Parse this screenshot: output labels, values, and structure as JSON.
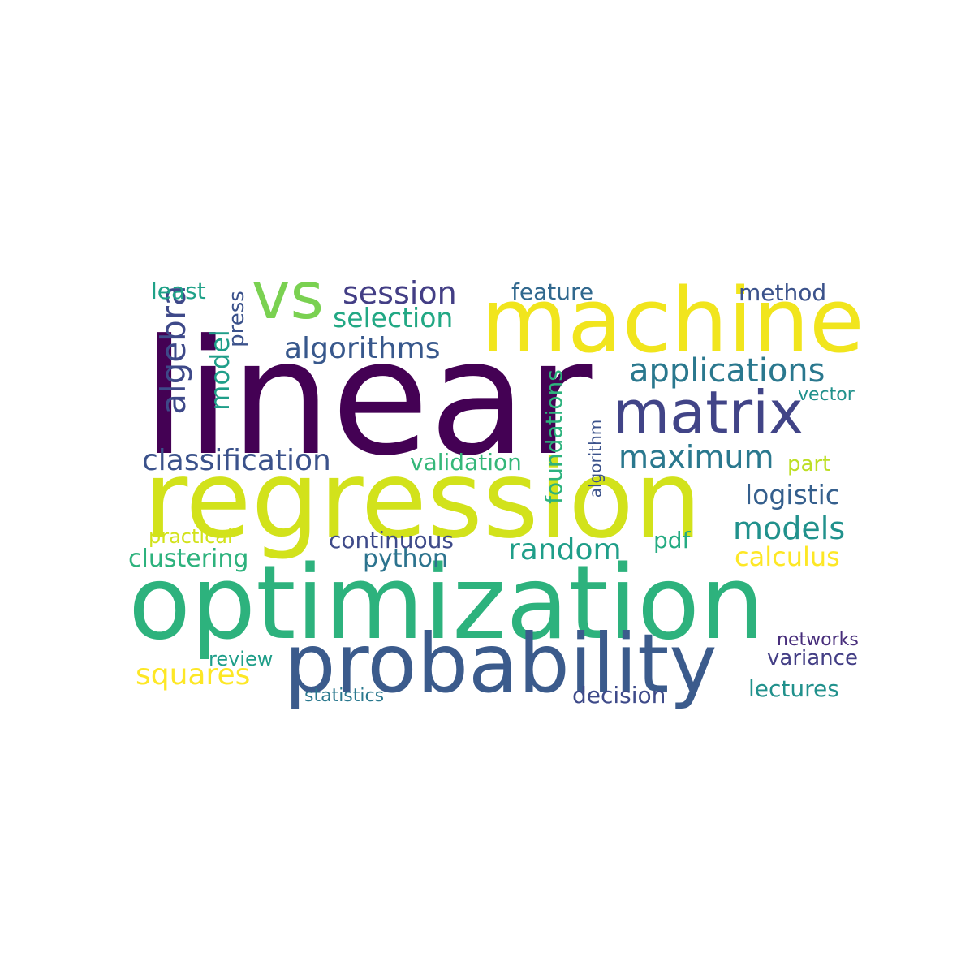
{
  "words": [
    {
      "id": "linear",
      "text": "linear",
      "color": "#440154"
    },
    {
      "id": "regression",
      "text": "regression",
      "color": "#d2e21b"
    },
    {
      "id": "optimization",
      "text": "optimization",
      "color": "#2db27d"
    },
    {
      "id": "machine",
      "text": "machine",
      "color": "#f1e51d"
    },
    {
      "id": "probability",
      "text": "probability",
      "color": "#3b5b8c"
    },
    {
      "id": "matrix",
      "text": "matrix",
      "color": "#414487"
    },
    {
      "id": "vs",
      "text": "vs",
      "color": "#7ad151"
    },
    {
      "id": "applications",
      "text": "applications",
      "color": "#2a788e"
    },
    {
      "id": "session",
      "text": "session",
      "color": "#433e85"
    },
    {
      "id": "algorithms",
      "text": "algorithms",
      "color": "#38588c"
    },
    {
      "id": "selection",
      "text": "selection",
      "color": "#22a884"
    },
    {
      "id": "algebra",
      "text": "algebra",
      "color": "#3e4989"
    },
    {
      "id": "model",
      "text": "model",
      "color": "#1f9e89"
    },
    {
      "id": "press",
      "text": "press",
      "color": "#3b528b"
    },
    {
      "id": "least",
      "text": "least",
      "color": "#1fa188"
    },
    {
      "id": "feature",
      "text": "feature",
      "color": "#31688e"
    },
    {
      "id": "method",
      "text": "method",
      "color": "#3b528b"
    },
    {
      "id": "vector",
      "text": "vector",
      "color": "#21918c"
    },
    {
      "id": "foundations",
      "text": "foundations",
      "color": "#2db27d"
    },
    {
      "id": "algorithm",
      "text": "algorithm",
      "color": "#3b528b"
    },
    {
      "id": "classification",
      "text": "classification",
      "color": "#3b528b"
    },
    {
      "id": "validation",
      "text": "validation",
      "color": "#35b779"
    },
    {
      "id": "maximum",
      "text": "maximum",
      "color": "#2a788e"
    },
    {
      "id": "part",
      "text": "part",
      "color": "#bddf26"
    },
    {
      "id": "logistic",
      "text": "logistic",
      "color": "#355f8d"
    },
    {
      "id": "models",
      "text": "models",
      "color": "#21918c"
    },
    {
      "id": "random",
      "text": "random",
      "color": "#1f9e89"
    },
    {
      "id": "continuous",
      "text": "continuous",
      "color": "#3e4a89"
    },
    {
      "id": "pdf",
      "text": "pdf",
      "color": "#25ab82"
    },
    {
      "id": "practical",
      "text": "practical",
      "color": "#d2e21b"
    },
    {
      "id": "clustering",
      "text": "clustering",
      "color": "#2db27d"
    },
    {
      "id": "python",
      "text": "python",
      "color": "#2c738e"
    },
    {
      "id": "calculus",
      "text": "calculus",
      "color": "#fde725"
    },
    {
      "id": "squares",
      "text": "squares",
      "color": "#fde725"
    },
    {
      "id": "review",
      "text": "review",
      "color": "#1f9e89"
    },
    {
      "id": "networks",
      "text": "networks",
      "color": "#472d7b"
    },
    {
      "id": "variance",
      "text": "variance",
      "color": "#433e85"
    },
    {
      "id": "lectures",
      "text": "lectures",
      "color": "#21918c"
    },
    {
      "id": "statistics",
      "text": "statistics",
      "color": "#2a788e"
    },
    {
      "id": "decision",
      "text": "decision",
      "color": "#3e4a89"
    }
  ]
}
